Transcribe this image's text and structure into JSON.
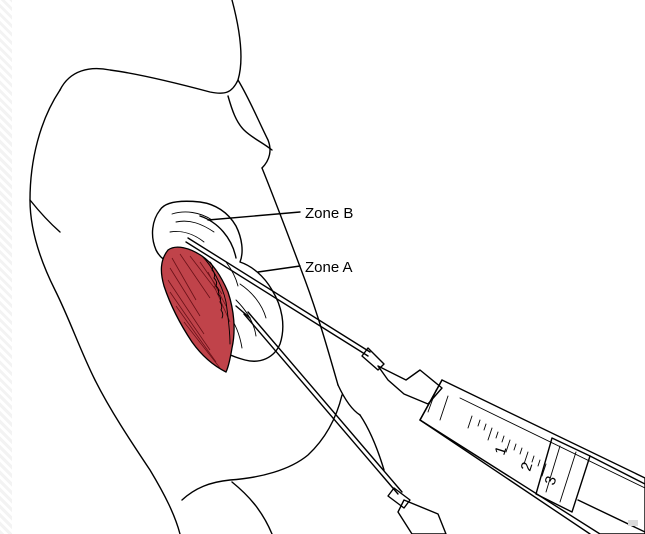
{
  "labels": {
    "zone_b": "Zone B",
    "zone_a": "Zone A"
  },
  "syringe": {
    "scale_numbers": [
      "1",
      "2",
      "3"
    ]
  },
  "colors": {
    "line": "#000000",
    "muscle": "#c0434a",
    "muscle_dark": "#6b1118",
    "background": "#ffffff"
  }
}
